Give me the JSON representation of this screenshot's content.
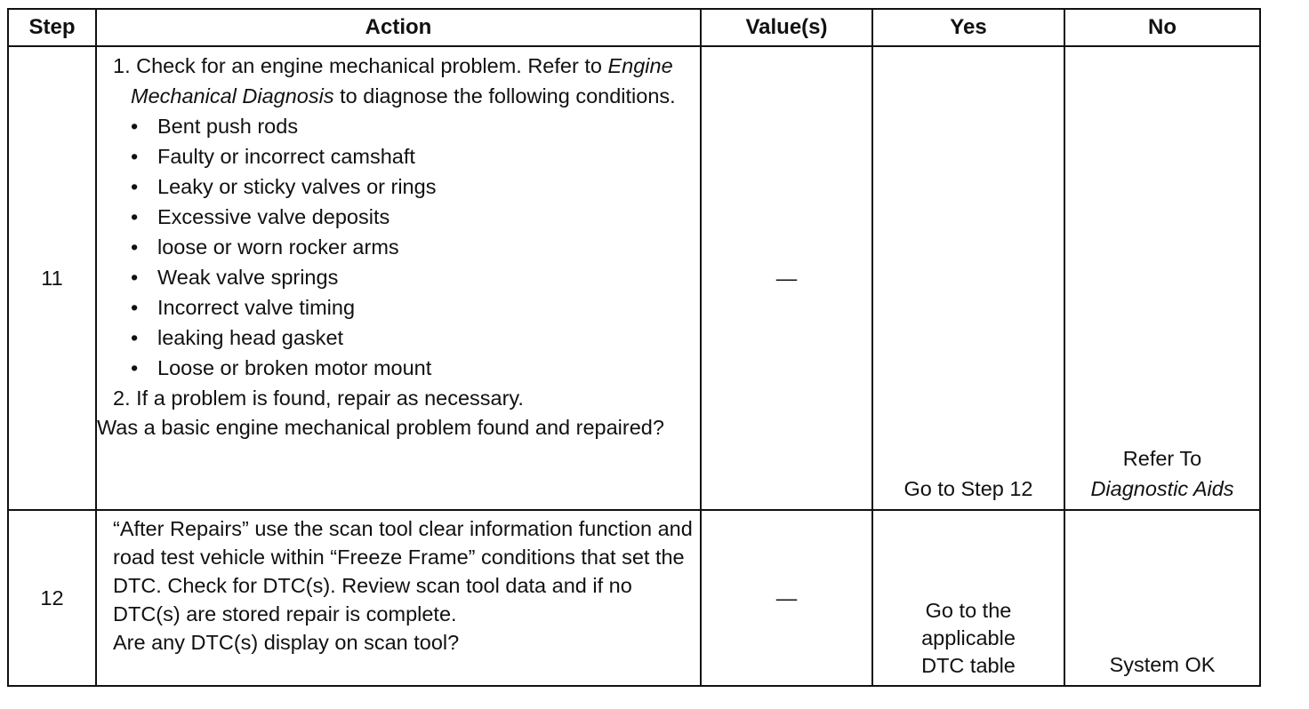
{
  "header": {
    "step": "Step",
    "action": "Action",
    "value": "Value(s)",
    "yes": "Yes",
    "no": "No"
  },
  "rows": [
    {
      "step": "11",
      "action": {
        "item1_pre": "1. Check for an engine mechanical problem. Refer to ",
        "item1_ref": "Engine Mechanical Diagnosis",
        "item1_post": " to diagnose the following conditions.",
        "bullets": [
          "Bent push rods",
          "Faulty or incorrect camshaft",
          "Leaky or sticky valves or rings",
          "Excessive valve deposits",
          "loose or worn rocker arms",
          "Weak valve springs",
          "Incorrect valve timing",
          "leaking head gasket",
          "Loose or broken motor mount"
        ],
        "item2": "2. If a problem is found, repair as necessary.",
        "question": "Was a basic engine mechanical problem found and repaired?"
      },
      "value": "—",
      "yes": "Go to Step 12",
      "no_line1": "Refer To",
      "no_line2": "Diagnostic Aids"
    },
    {
      "step": "12",
      "action": {
        "text": "“After Repairs” use the scan tool clear information function and road test vehicle within “Freeze Frame” conditions that set the DTC. Check for DTC(s). Review scan tool data and if no DTC(s) are stored repair is complete.",
        "question": "Are any DTC(s) display on scan tool?"
      },
      "value": "—",
      "yes_line1": "Go to the",
      "yes_line2": "applicable",
      "yes_line3": "DTC table",
      "no": "System OK"
    }
  ]
}
